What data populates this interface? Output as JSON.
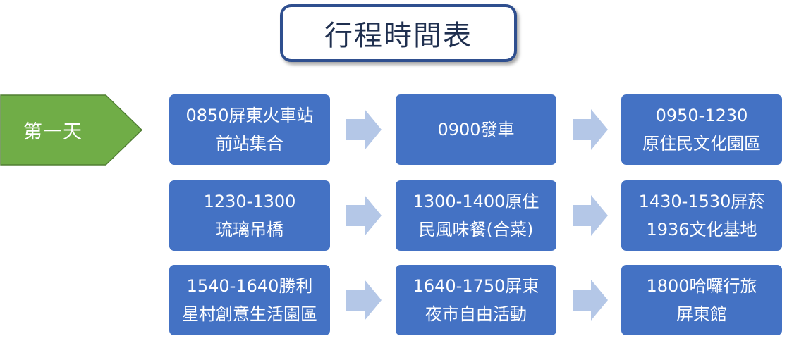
{
  "title": "行程時間表",
  "day_label": "第一天",
  "colors": {
    "box_fill": "#4472c4",
    "arrow_fill": "#b4c7e7",
    "day_tag_fill": "#70ad47",
    "title_border": "#2f4f8f"
  },
  "rows": [
    {
      "boxes": [
        {
          "line1": "0850屏東火車站",
          "line2": "前站集合"
        },
        {
          "line1": "0900發車",
          "line2": ""
        },
        {
          "line1": "0950-1230",
          "line2": "原住民文化園區"
        }
      ]
    },
    {
      "boxes": [
        {
          "line1": "1230-1300",
          "line2": "琉璃吊橋"
        },
        {
          "line1": "1300-1400原住",
          "line2": "民風味餐(合菜)"
        },
        {
          "line1": "1430-1530屏菸",
          "line2": "1936文化基地"
        }
      ]
    },
    {
      "boxes": [
        {
          "line1": "1540-1640勝利",
          "line2": "星村創意生活園區"
        },
        {
          "line1": "1640-1750屏東",
          "line2": "夜市自由活動"
        },
        {
          "line1": "1800哈囉行旅",
          "line2": "屏東館"
        }
      ]
    }
  ]
}
